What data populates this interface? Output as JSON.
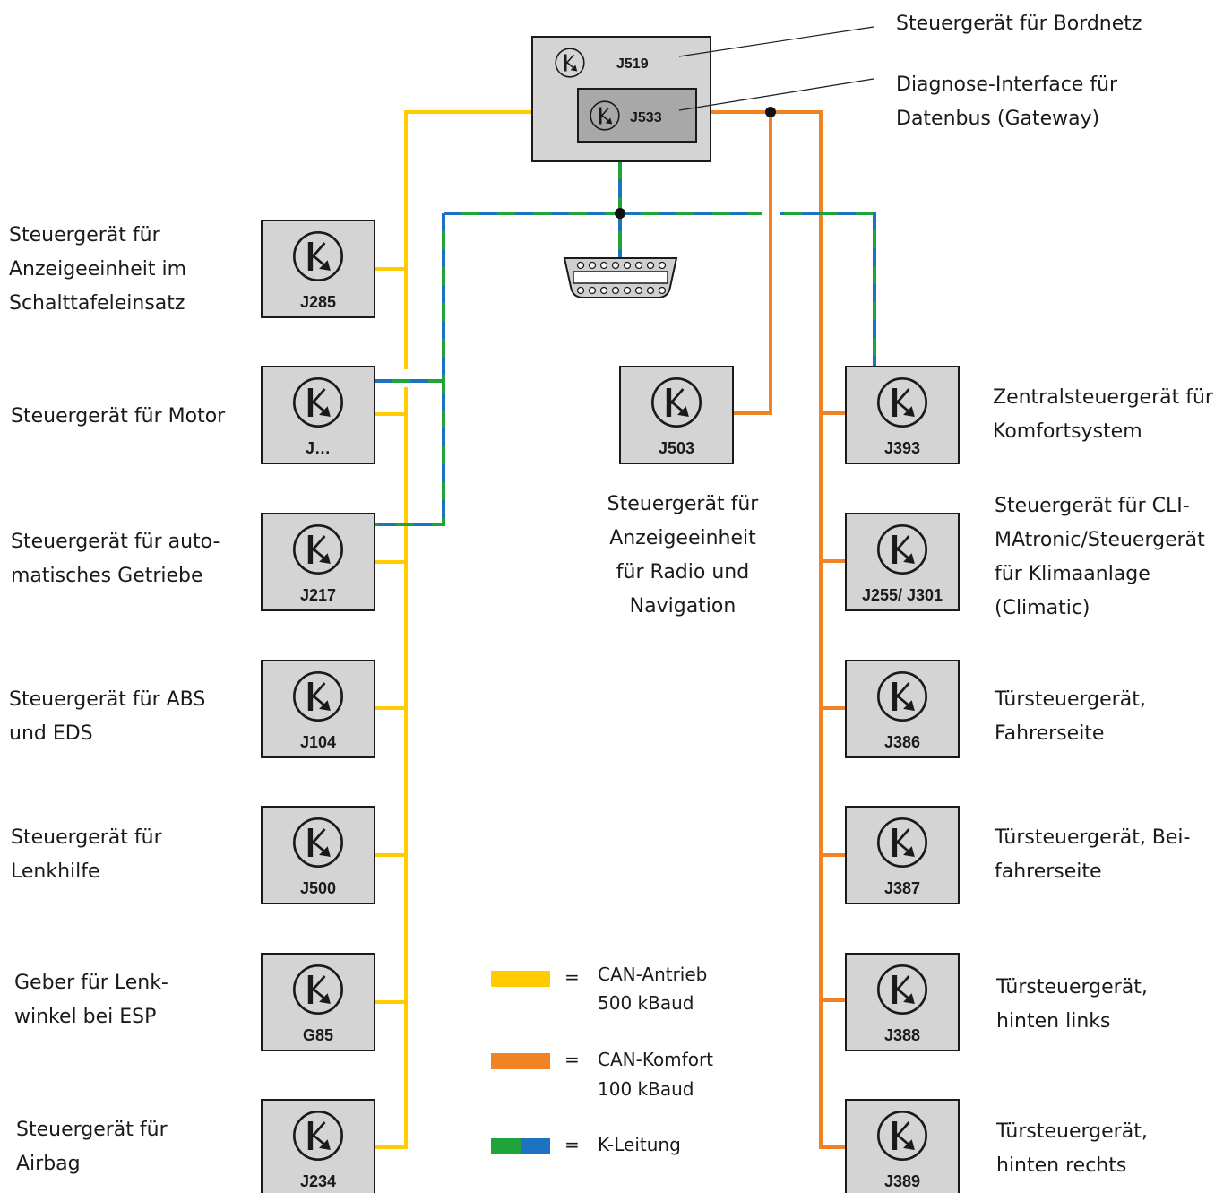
{
  "colors": {
    "can_antrieb": "#FFCC00",
    "can_komfort": "#F28322",
    "k_leitung_green": "#1FA33B",
    "k_leitung_blue": "#1D72C2",
    "box_fill": "#D4D4D4",
    "inner_box_fill": "#A8A8A8"
  },
  "units": {
    "J519": {
      "code": "J519",
      "icon": "k-arrow-icon"
    },
    "J533": {
      "code": "J533",
      "icon": "k-arrow-icon"
    },
    "J285": {
      "code": "J285",
      "icon": "k-arrow-icon"
    },
    "Jmotor": {
      "code": "J…",
      "icon": "k-arrow-icon"
    },
    "J217": {
      "code": "J217",
      "icon": "k-arrow-icon"
    },
    "J104": {
      "code": "J104",
      "icon": "k-arrow-icon"
    },
    "J500": {
      "code": "J500",
      "icon": "k-arrow-icon"
    },
    "G85": {
      "code": "G85",
      "icon": "k-arrow-icon"
    },
    "J234": {
      "code": "J234",
      "icon": "k-arrow-icon"
    },
    "J503": {
      "code": "J503",
      "icon": "k-arrow-icon"
    },
    "J393": {
      "code": "J393",
      "icon": "k-arrow-icon"
    },
    "J255": {
      "code": "J255/ J301",
      "icon": "k-arrow-icon"
    },
    "J386": {
      "code": "J386",
      "icon": "k-arrow-icon"
    },
    "J387": {
      "code": "J387",
      "icon": "k-arrow-icon"
    },
    "J388": {
      "code": "J388",
      "icon": "k-arrow-icon"
    },
    "J389": {
      "code": "J389",
      "icon": "k-arrow-icon"
    }
  },
  "labels": {
    "J519": [
      "Steuergerät für Bordnetz"
    ],
    "J533": [
      "Diagnose-Interface für",
      "Datenbus (Gateway)"
    ],
    "J285": [
      "Steuergerät für",
      "Anzeigeeinheit im",
      "Schalttafeleinsatz"
    ],
    "Jmotor": [
      "Steuergerät für Motor"
    ],
    "J217": [
      "Steuergerät für auto-",
      "matisches Getriebe"
    ],
    "J104": [
      "Steuergerät für ABS",
      "und EDS"
    ],
    "J500": [
      "Steuergerät für",
      "Lenkhilfe"
    ],
    "G85": [
      "Geber für Lenk-",
      "winkel bei ESP"
    ],
    "J234": [
      "Steuergerät für",
      "Airbag"
    ],
    "J503": [
      "Steuergerät für",
      "Anzeigeeinheit",
      "für Radio und",
      "Navigation"
    ],
    "J393": [
      "Zentralsteuergerät für",
      "Komfortsystem"
    ],
    "J255": [
      "Steuergerät für CLI-",
      "MAtronic/Steuergerät",
      "für Klimaanlage",
      "(Climatic)"
    ],
    "J386": [
      "Türsteuergerät,",
      "Fahrerseite"
    ],
    "J387": [
      "Türsteuergerät, Bei-",
      "fahrerseite"
    ],
    "J388": [
      "Türsteuergerät,",
      "hinten links"
    ],
    "J389": [
      "Türsteuergerät,",
      "hinten rechts"
    ]
  },
  "legend": {
    "can_antrieb": {
      "eq": "=",
      "line1": "CAN-Antrieb",
      "line2": "500 kBaud"
    },
    "can_komfort": {
      "eq": "=",
      "line1": "CAN-Komfort",
      "line2": "100 kBaud"
    },
    "k_leitung": {
      "eq": "=",
      "line1": "K-Leitung"
    }
  },
  "connector": {
    "icon": "diagnose-connector-icon"
  }
}
